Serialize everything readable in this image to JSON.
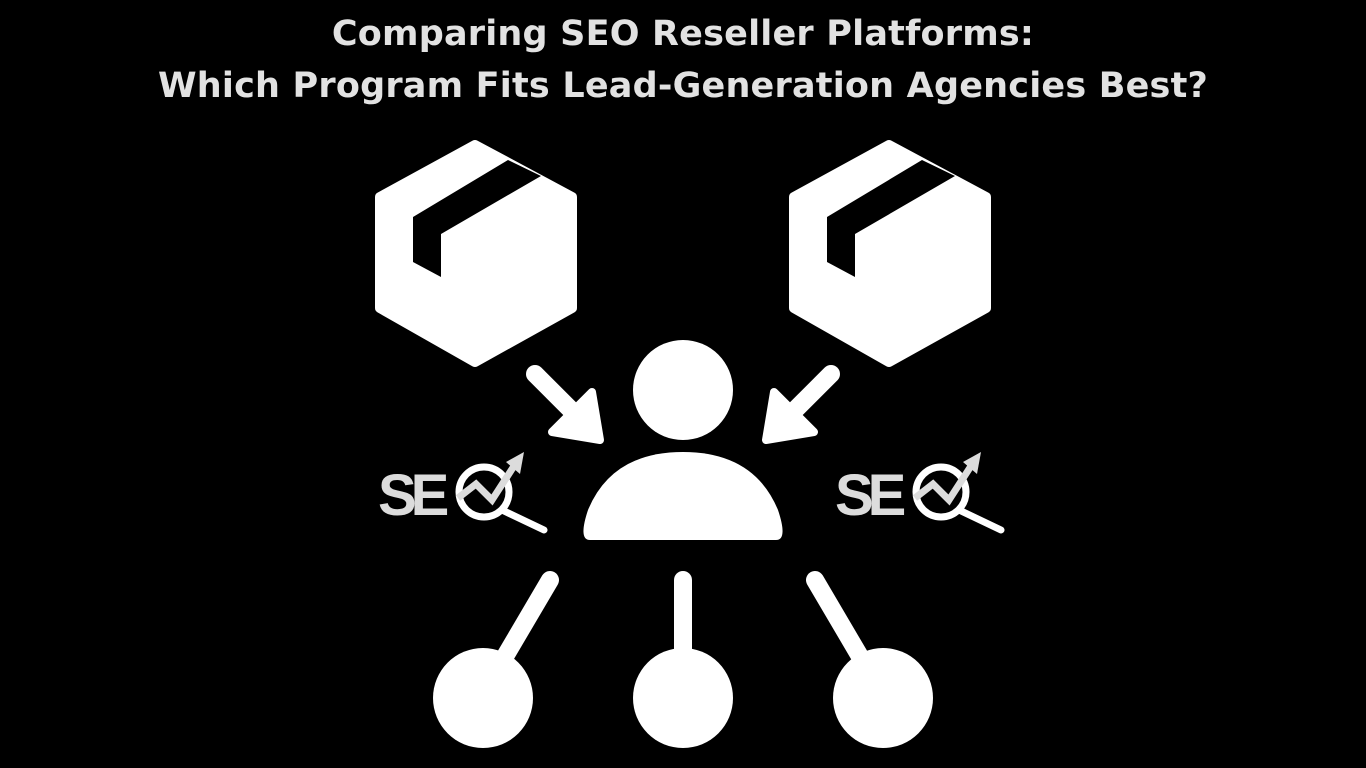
{
  "title": {
    "line1": "Comparing SEO Reseller Platforms:",
    "line2": "Which Program Fits Lead-Generation Agencies Best?"
  },
  "logos": {
    "seo_left": "SE",
    "seo_right": "SE"
  },
  "colors": {
    "background": "#000000",
    "foreground": "#ffffff",
    "title": "#e2e2e2",
    "seo_text": "#dcdcdc"
  }
}
